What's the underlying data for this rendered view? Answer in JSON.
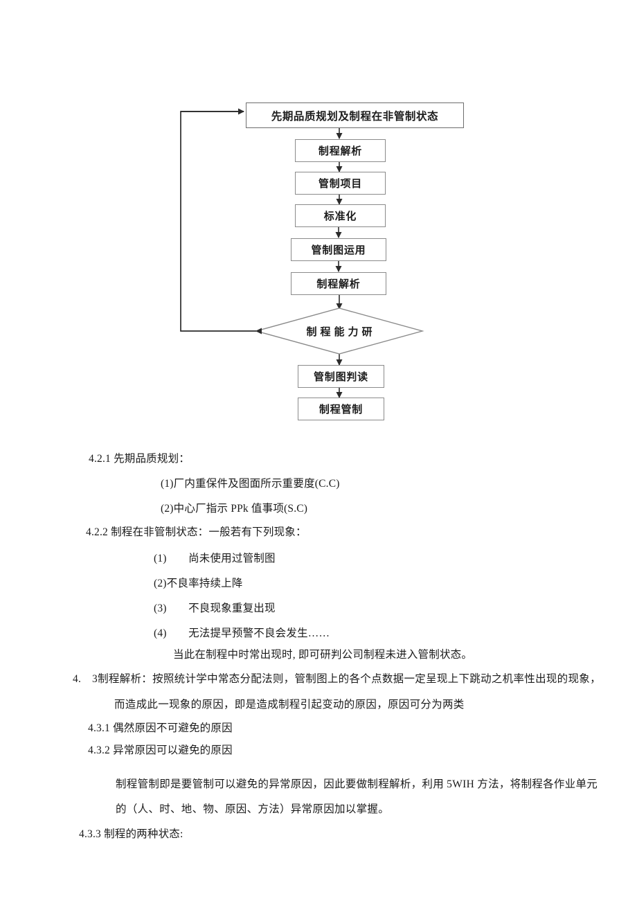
{
  "document": {
    "flowchart": {
      "nodes": [
        {
          "id": "n1",
          "label": "先期品质规划及制程在非管制状态",
          "shape": "process"
        },
        {
          "id": "n2",
          "label": "制程解析",
          "shape": "process"
        },
        {
          "id": "n3",
          "label": "管制项目",
          "shape": "process"
        },
        {
          "id": "n4",
          "label": "标准化",
          "shape": "process"
        },
        {
          "id": "n5",
          "label": "管制图运用",
          "shape": "process"
        },
        {
          "id": "n6",
          "label": "制程解析",
          "shape": "process"
        },
        {
          "id": "n7",
          "label": "制程能力研",
          "shape": "decision"
        },
        {
          "id": "n8",
          "label": "管制图判读",
          "shape": "process"
        },
        {
          "id": "n9",
          "label": "制程管制",
          "shape": "process"
        }
      ],
      "feedback_edge": "制程能力研 → 先期品质规划及制程在非管制状态"
    },
    "body_lines": [
      {
        "id": "l1",
        "text": "4.2.1 先期品质规划："
      },
      {
        "id": "l2",
        "text": "(1)厂内重保件及图面所示重要度(C.C)"
      },
      {
        "id": "l3",
        "text": "(2)中心厂指示 PPk 值事项(S.C)"
      },
      {
        "id": "l4",
        "text": "4.2.2 制程在非管制状态：一般若有下列现象："
      },
      {
        "id": "l5",
        "text": "(1)　　尚未使用过管制图"
      },
      {
        "id": "l6",
        "text": "(2)不良率持续上降"
      },
      {
        "id": "l7",
        "text": "(3)　　不良现象重复出现"
      },
      {
        "id": "l8",
        "text": "(4)　　无法提早预警不良会发生……"
      },
      {
        "id": "l9",
        "text": "当此在制程中时常出现时, 即可研判公司制程未进入管制状态。"
      },
      {
        "id": "l10",
        "text": "4.　3制程解析：按照统计学中常态分配法则，管制图上的各个点数据一定呈现上下跳动之机率性出现的现象，"
      },
      {
        "id": "l11",
        "text": "而造成此一现象的原因，即是造成制程引起变动的原因，原因可分为两类"
      },
      {
        "id": "l12",
        "text": "4.3.1 偶然原因不可避免的原因"
      },
      {
        "id": "l13",
        "text": "4.3.2 异常原因可以避免的原因"
      },
      {
        "id": "l14",
        "text": "制程管制即是要管制可以避免的异常原因，因此要做制程解析，利用 5WIH 方法，将制程各作业单元"
      },
      {
        "id": "l15",
        "text": "的（人、时、地、物、原因、方法）异常原因加以掌握。"
      },
      {
        "id": "l16",
        "text": "4.3.3 制程的两种状态:"
      }
    ],
    "colors": {
      "page_background": "#ffffff",
      "text": "#1b1b1b",
      "node_border": "#8a8a8a",
      "connector": "#2b2b2b"
    }
  }
}
